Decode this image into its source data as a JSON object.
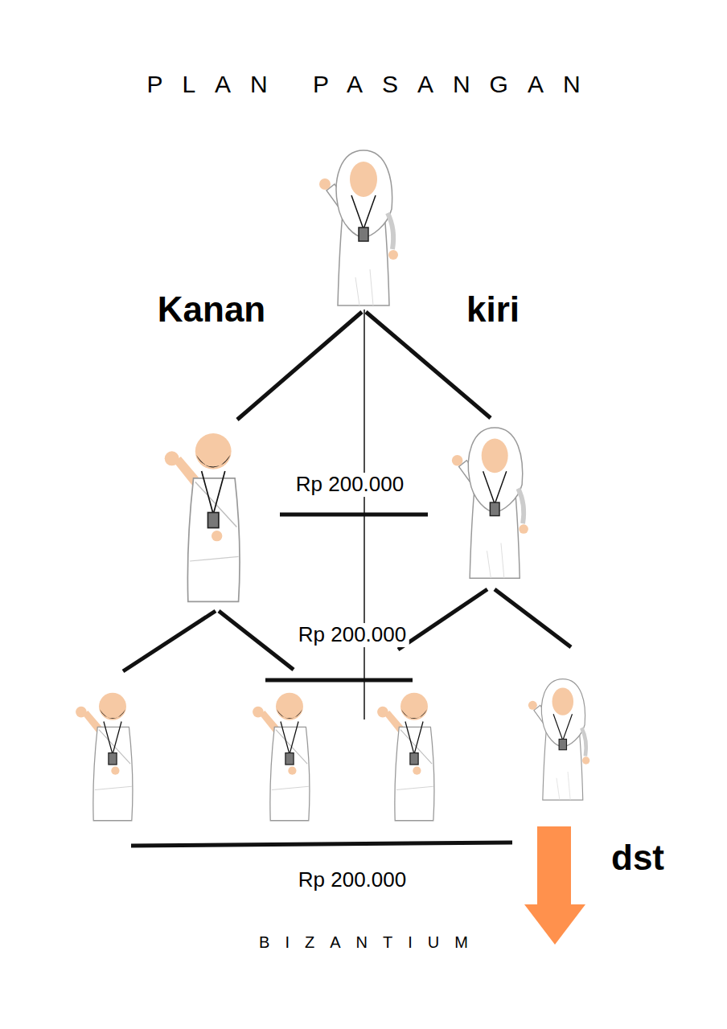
{
  "diagram": {
    "title": "PLAN PASANGAN",
    "caption": "BIZANTIUM",
    "labels": [
      "Kanan",
      "kiri",
      "Rp 200.000",
      "Rp 200.000",
      "Rp 200.000",
      "dst"
    ]
  }
}
